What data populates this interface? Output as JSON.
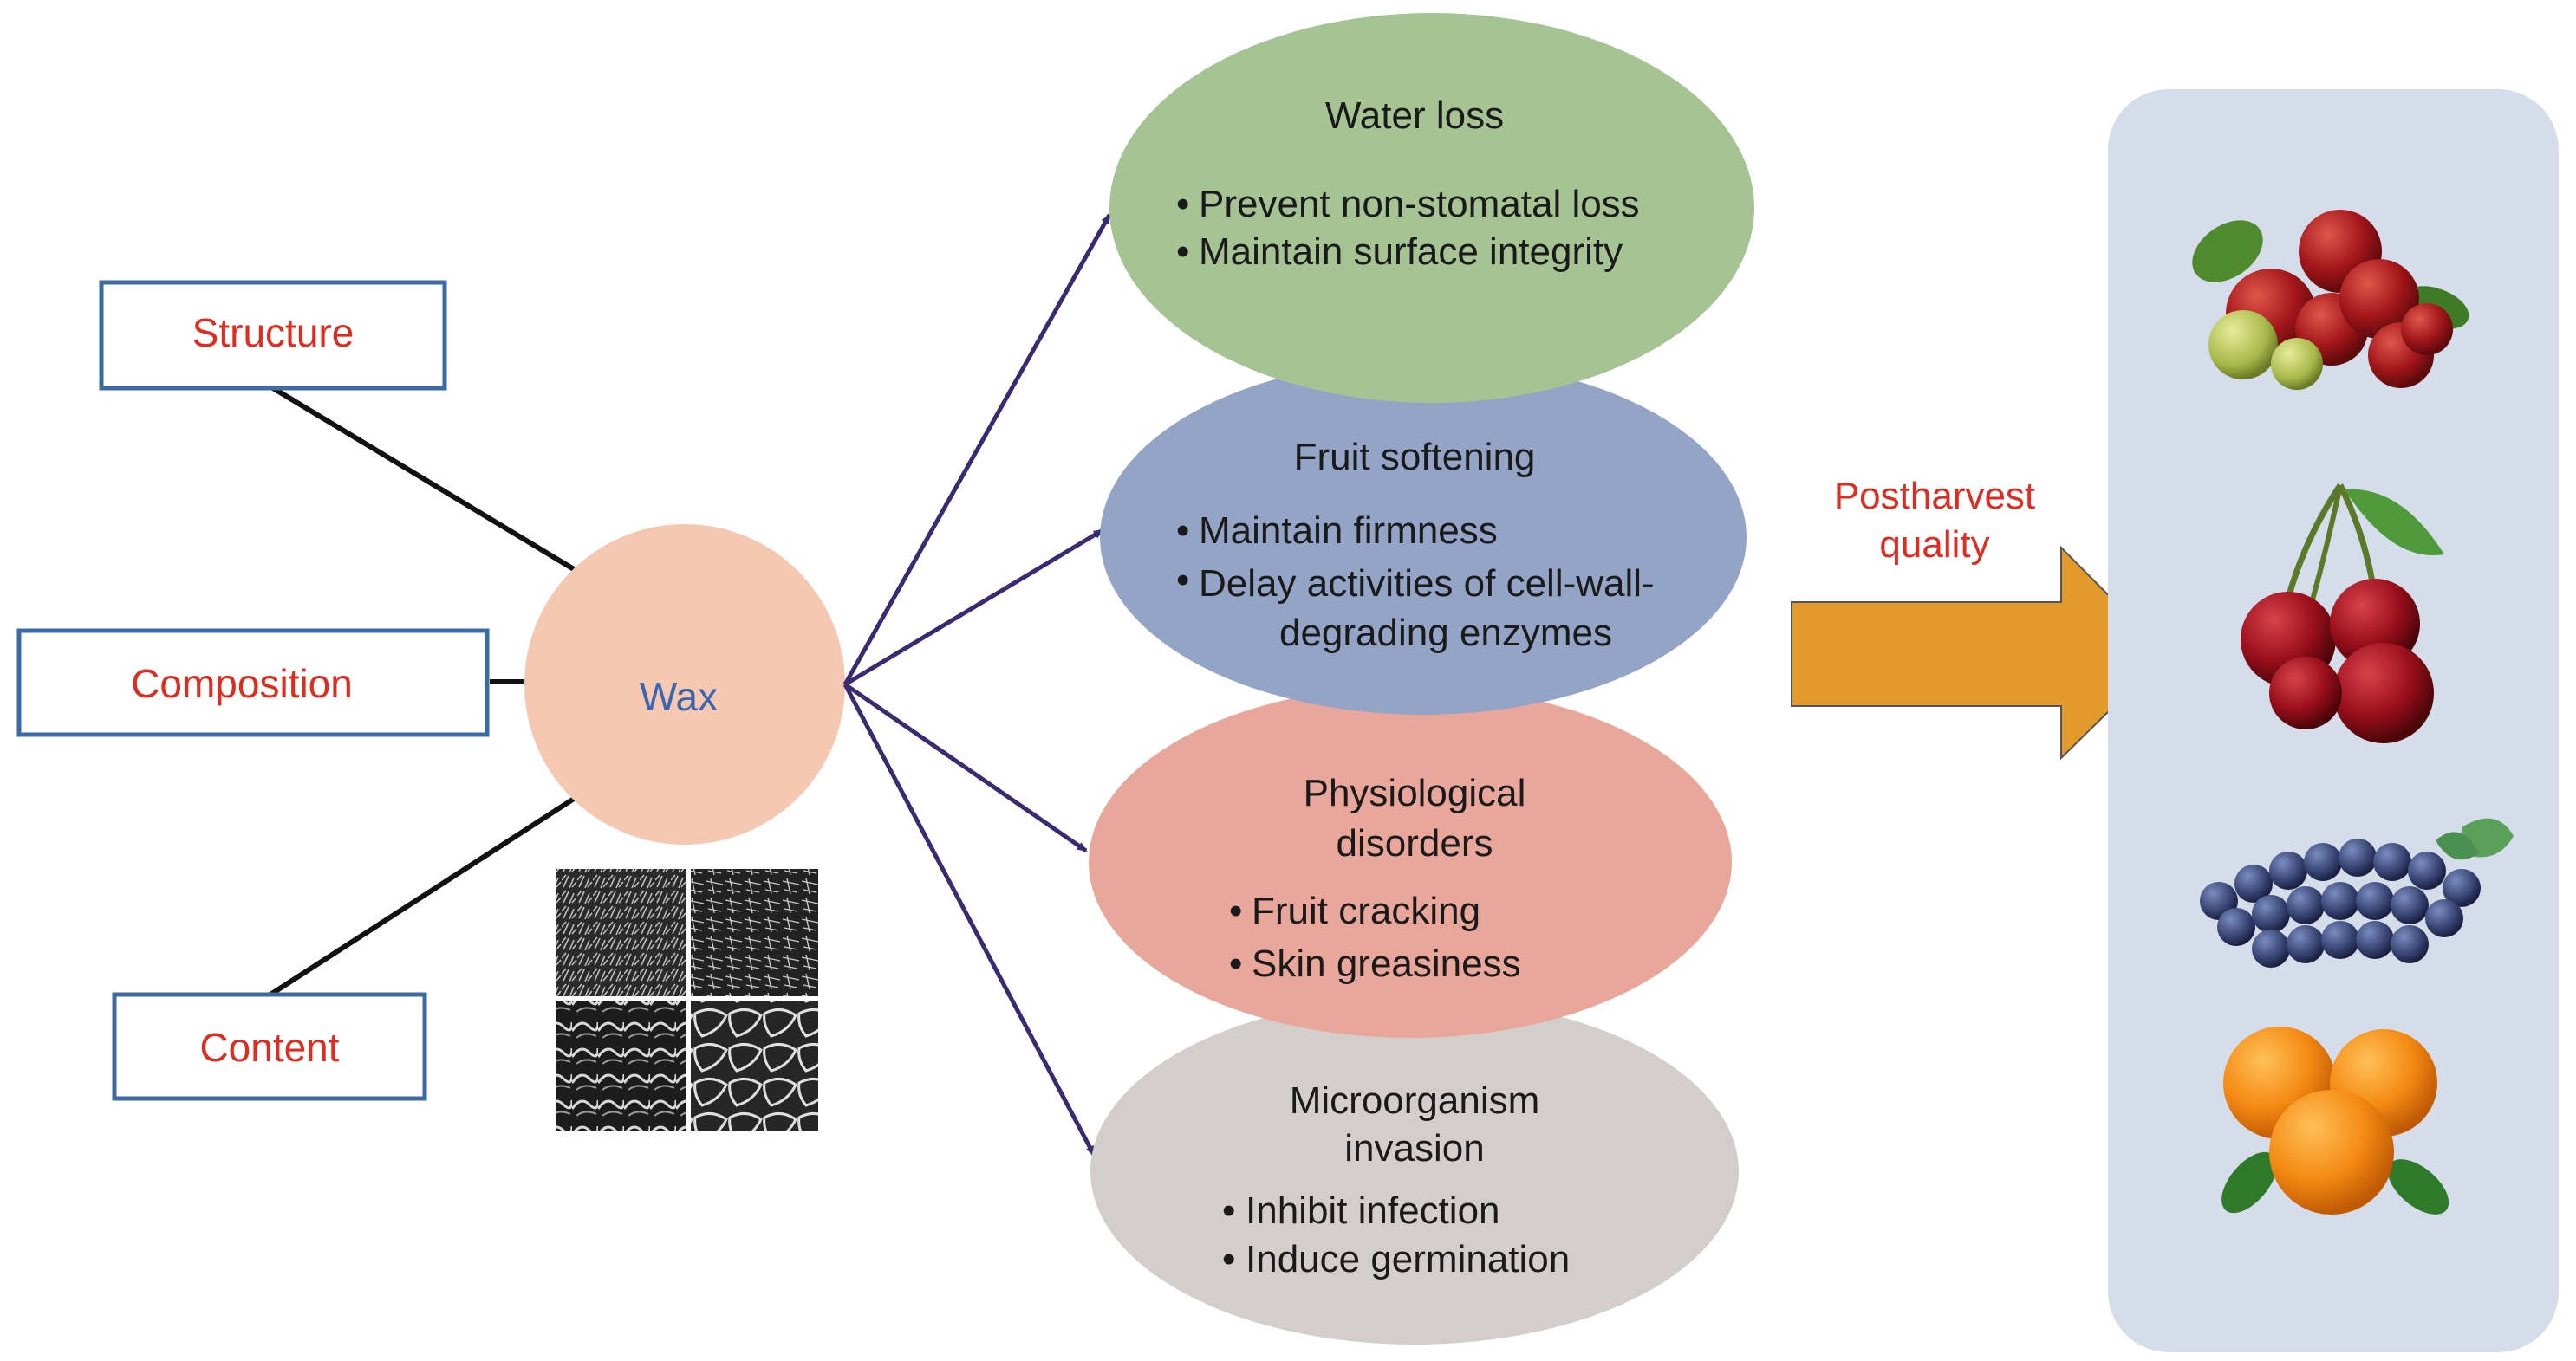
{
  "factors": [
    {
      "label": "Structure"
    },
    {
      "label": "Composition"
    },
    {
      "label": "Content"
    }
  ],
  "center": {
    "label": "Wax"
  },
  "effects": [
    {
      "title_lines": [
        "Water loss"
      ],
      "bullets": [
        [
          "Prevent non-stomatal loss"
        ],
        [
          "Maintain surface integrity"
        ]
      ],
      "color": "#a6c394"
    },
    {
      "title_lines": [
        "Fruit softening"
      ],
      "bullets": [
        [
          "Maintain firmness"
        ],
        [
          "Delay activities of cell-wall-",
          "degrading enzymes"
        ]
      ],
      "color": "#93a4c6"
    },
    {
      "title_lines": [
        "Physiological",
        "disorders"
      ],
      "bullets": [
        [
          "Fruit cracking"
        ],
        [
          "Skin greasiness"
        ]
      ],
      "color": "#e8a79a"
    },
    {
      "title_lines": [
        "Microorganism",
        "invasion"
      ],
      "bullets": [
        [
          "Inhibit infection"
        ],
        [
          "Induce germination"
        ]
      ],
      "color": "#d3cdcc"
    }
  ],
  "outcome": {
    "label_lines": [
      "Postharvest",
      "quality"
    ]
  },
  "fruits": [
    {
      "icon": "jujube-icon"
    },
    {
      "icon": "cherry-icon"
    },
    {
      "icon": "blueberry-icon"
    },
    {
      "icon": "orange-icon"
    }
  ],
  "colors": {
    "factor_text": "#e02b20",
    "factor_border": "#3b6aa5",
    "wax_circle": "#f6c8b2",
    "wax_text": "#3a66b0",
    "connector": "#111111",
    "arrow_line": "#3a2a72",
    "big_arrow": "#e39a2c",
    "outcome_text": "#e02b20",
    "fruit_panel": "#d4dde9"
  }
}
